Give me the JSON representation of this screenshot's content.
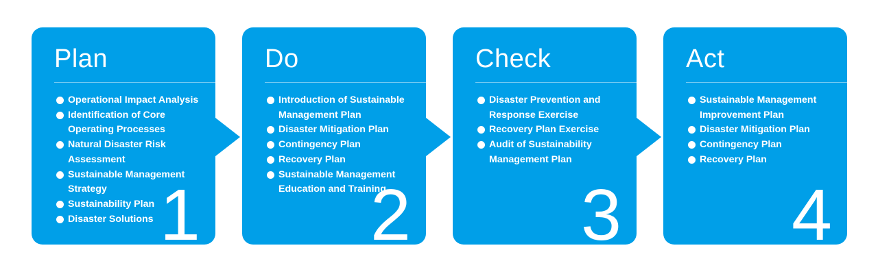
{
  "colors": {
    "accent": "#009fe8",
    "text": "#ffffff",
    "background": "#ffffff"
  },
  "cards": [
    {
      "title": "Plan",
      "number": "1",
      "items": [
        "Operational Impact Analysis",
        "Identification of Core Operating Processes",
        "Natural Disaster Risk Assessment",
        "Sustainable Management Strategy",
        "Sustainability Plan",
        "Disaster Solutions"
      ]
    },
    {
      "title": "Do",
      "number": "2",
      "items": [
        "Introduction of Sustainable Management Plan",
        "Disaster Mitigation Plan",
        "Contingency Plan",
        "Recovery Plan",
        "Sustainable Management Education and Training"
      ]
    },
    {
      "title": "Check",
      "number": "3",
      "items": [
        "Disaster Prevention and Response Exercise",
        "Recovery Plan Exercise",
        "Audit of Sustainability Management Plan"
      ]
    },
    {
      "title": "Act",
      "number": "4",
      "items": [
        "Sustainable Management Improvement Plan",
        "Disaster Mitigation Plan",
        "Contingency Plan",
        "Recovery Plan"
      ]
    }
  ]
}
